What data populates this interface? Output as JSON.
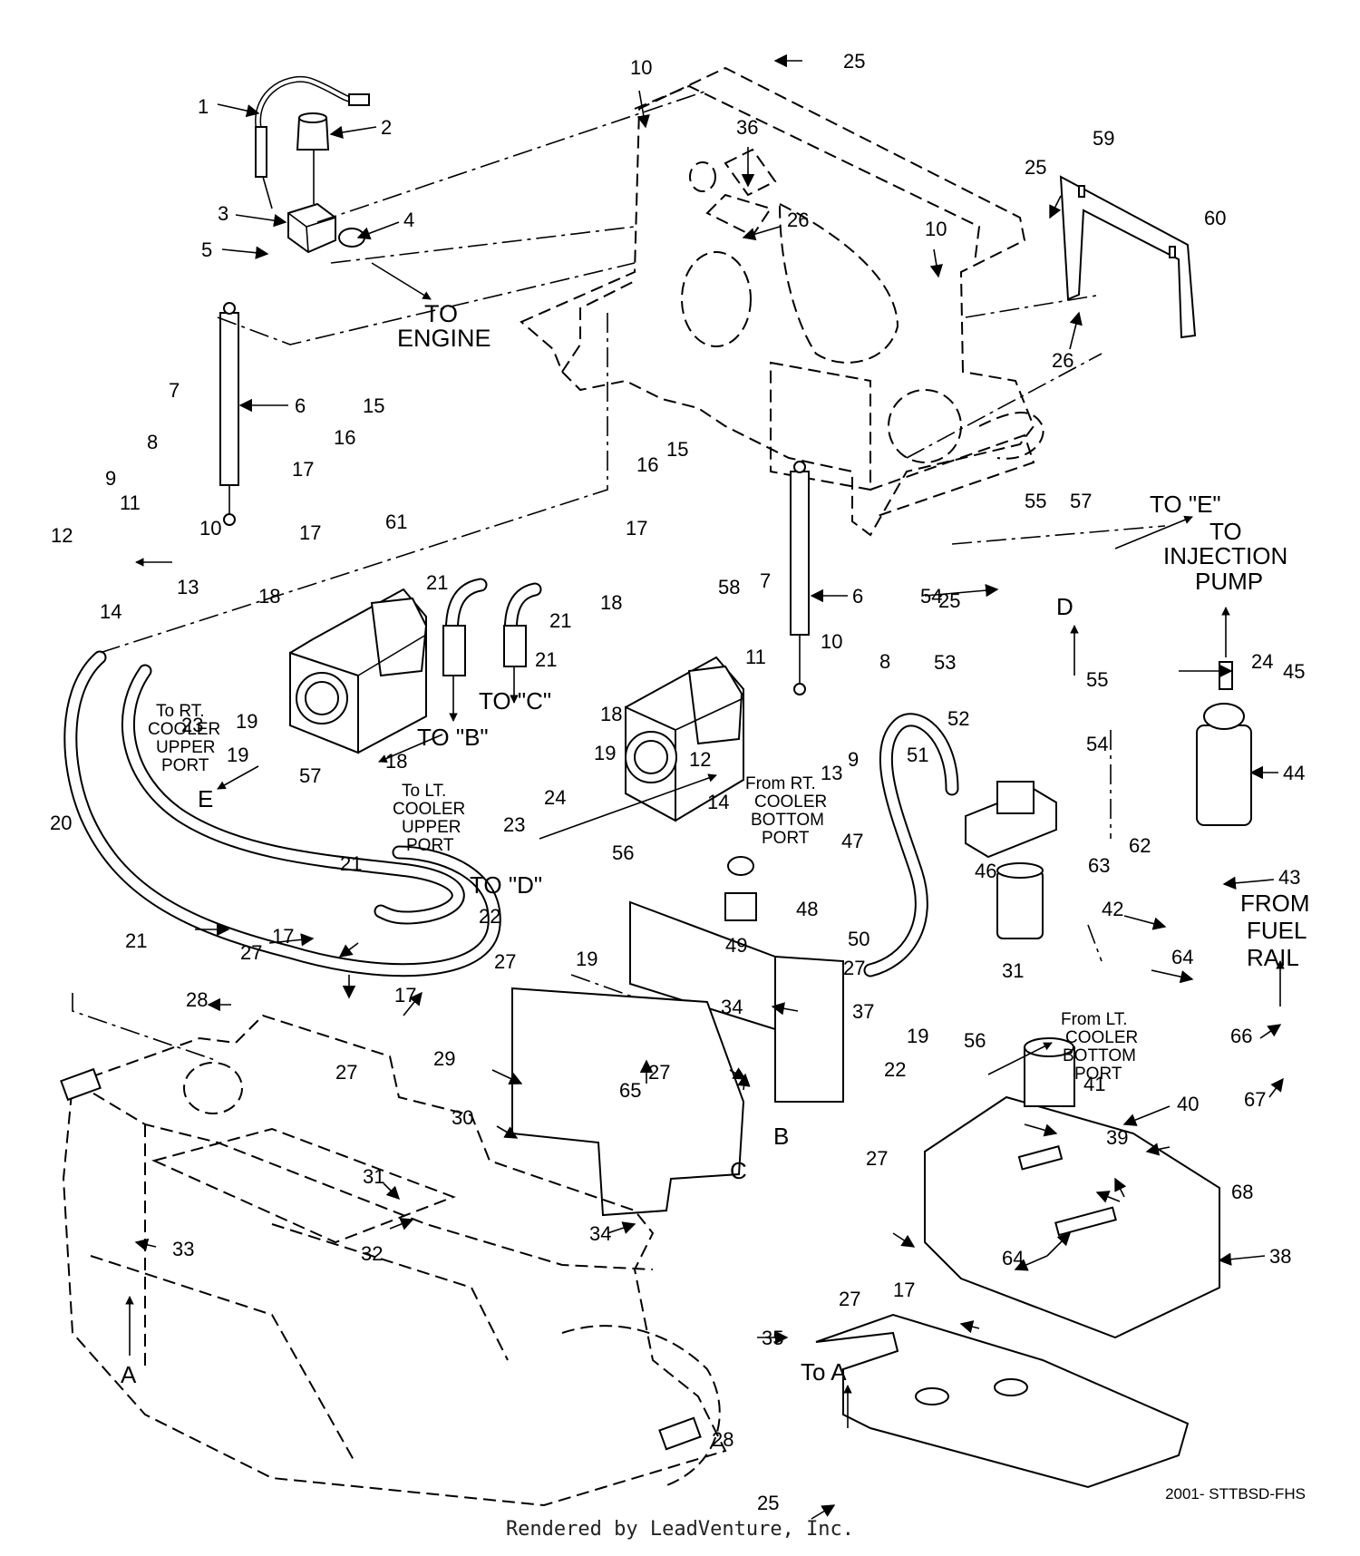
{
  "callouts": [
    "1",
    "2",
    "3",
    "4",
    "5",
    "6",
    "6",
    "7",
    "7",
    "8",
    "8",
    "9",
    "9",
    "10",
    "10",
    "10",
    "10",
    "11",
    "11",
    "12",
    "12",
    "13",
    "13",
    "14",
    "14",
    "15",
    "15",
    "16",
    "16",
    "17",
    "17",
    "17",
    "17",
    "17",
    "17",
    "18",
    "18",
    "18",
    "18",
    "19",
    "19",
    "19",
    "19",
    "19",
    "20",
    "21",
    "21",
    "21",
    "21",
    "21",
    "22",
    "22",
    "23",
    "23",
    "24",
    "24",
    "25",
    "25",
    "25",
    "25",
    "26",
    "26",
    "27",
    "27",
    "27",
    "27",
    "27",
    "27",
    "27",
    "28",
    "28",
    "29",
    "30",
    "31",
    "31",
    "32",
    "33",
    "34",
    "34",
    "35",
    "36",
    "37",
    "38",
    "39",
    "40",
    "41",
    "42",
    "43",
    "44",
    "45",
    "46",
    "47",
    "48",
    "49",
    "50",
    "51",
    "52",
    "53",
    "54",
    "54",
    "55",
    "55",
    "56",
    "56",
    "57",
    "57",
    "58",
    "59",
    "60",
    "61",
    "62",
    "63",
    "64",
    "64",
    "65",
    "66",
    "67",
    "68"
  ],
  "labels": {
    "to_engine_1": "TO",
    "to_engine_2": "ENGINE",
    "to_e_quote": "TO \"E\"",
    "to_inj_1": "TO",
    "to_inj_2": "INJECTION",
    "to_inj_3": "PUMP",
    "from_fuel_1": "FROM",
    "from_fuel_2": "FUEL",
    "from_fuel_3": "RAIL",
    "to_b": "TO \"B\"",
    "to_c": "TO \"C\"",
    "to_d": "TO \"D\"",
    "letter_d": "D",
    "letter_e": "E",
    "letter_a": "A",
    "letter_b": "B",
    "letter_c": "C",
    "to_a": "To A",
    "rt_upper_1": "To RT.",
    "rt_upper_2": "COOLER",
    "rt_upper_3": "UPPER",
    "rt_upper_4": "PORT",
    "lt_upper_1": "To LT.",
    "lt_upper_2": "COOLER",
    "lt_upper_3": "UPPER",
    "lt_upper_4": "PORT",
    "rt_bottom_1": "From RT.",
    "rt_bottom_2": "COOLER",
    "rt_bottom_3": "BOTTOM",
    "rt_bottom_4": "PORT",
    "lt_bottom_1": "From LT.",
    "lt_bottom_2": "COOLER",
    "lt_bottom_3": "BOTTOM",
    "lt_bottom_4": "PORT"
  },
  "drawing_code": "2001- STTBSD-FHS",
  "credit": "Rendered by LeadVenture, Inc."
}
